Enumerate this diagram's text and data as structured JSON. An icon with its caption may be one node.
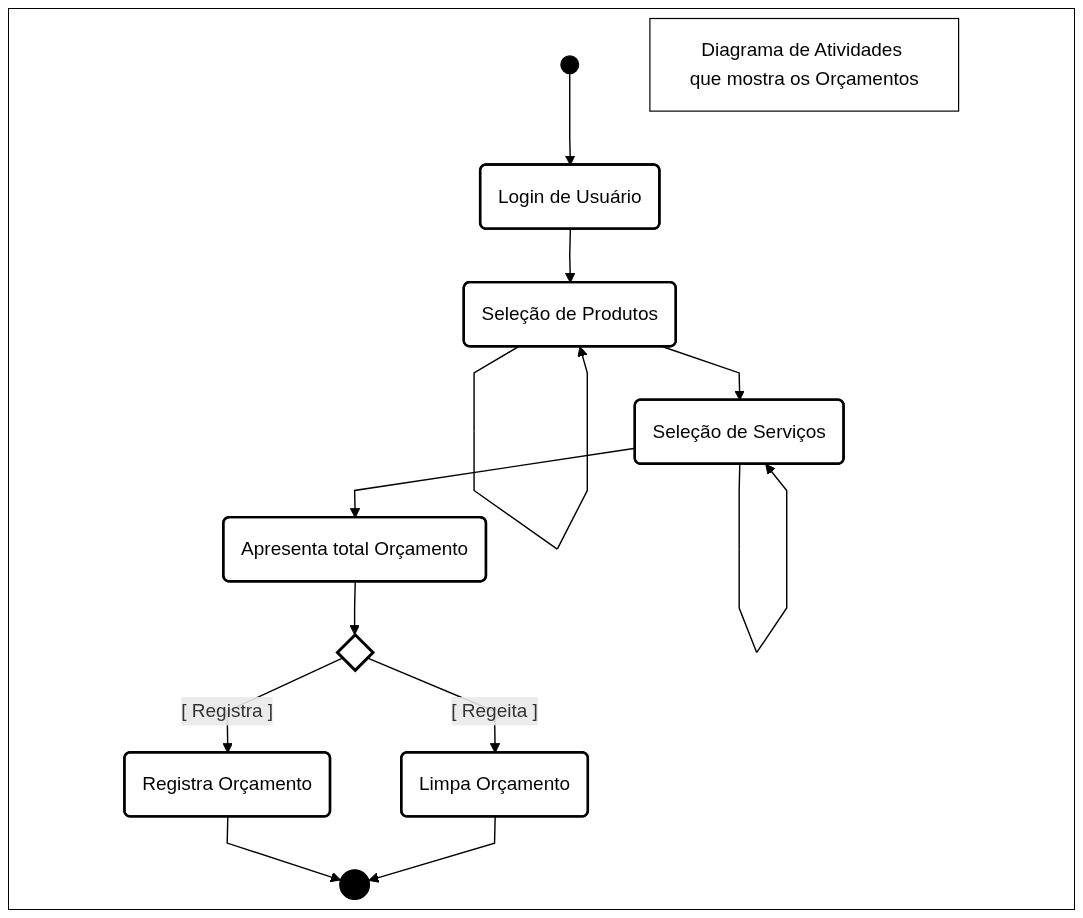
{
  "diagram": {
    "nodes": [
      {
        "text": [],
        "shape": "circle"
      },
      {
        "text": [
          "Login de Usuário"
        ]
      },
      {
        "text": [
          "Seleção de Produtos"
        ]
      },
      {
        "text": [
          "Seleção de Serviços"
        ]
      },
      {
        "text": [
          "Apresenta total Orçamento"
        ]
      },
      {
        "text": [],
        "shape": "diamond"
      },
      {
        "text": [
          "Registra Orçamento"
        ]
      },
      {
        "text": [
          "Limpa Orçamento"
        ]
      },
      {
        "text": [],
        "shape": "circle"
      },
      {
        "text": [
          "Diagrama de Atividades que mostra os Orçamentos"
        ]
      }
    ],
    "edges": [
      {
        "from": 0,
        "to": 1,
        "arrow": "to"
      },
      {
        "from": 1,
        "to": 2,
        "arrow": "to"
      },
      {
        "from": 2,
        "to": 2,
        "arrow": "to"
      },
      {
        "from": 2,
        "to": 3,
        "arrow": "to"
      },
      {
        "from": 3,
        "to": 3,
        "arrow": "to"
      },
      {
        "from": 3,
        "to": 4,
        "arrow": "to"
      },
      {
        "from": 4,
        "to": 5,
        "arrow": "to"
      },
      {
        "from": 5,
        "to": 6,
        "label": "[ Registra ]",
        "arrow": "to"
      },
      {
        "from": 5,
        "to": 7,
        "label": "[ Regeita ]",
        "arrow": "to"
      },
      {
        "from": 6,
        "to": 8,
        "arrow": "to"
      },
      {
        "from": 7,
        "to": 8,
        "arrow": "to"
      }
    ]
  }
}
